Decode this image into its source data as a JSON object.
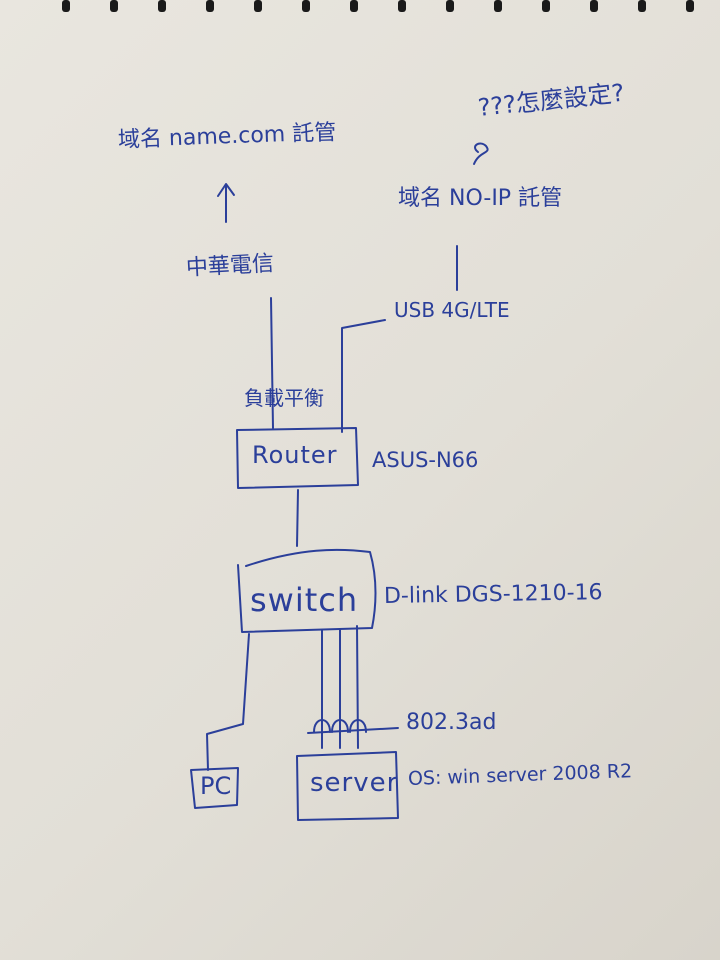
{
  "labels": {
    "domain_namecom": "域名 name.com 託管",
    "question": "???怎麼設定?",
    "domain_noip": "域名 NO-IP 託管",
    "hinet": "中華電信",
    "usb": "USB 4G/LTE",
    "load_balance": "負載平衡",
    "router": "Router",
    "router_model": "ASUS-N66",
    "switch": "switch",
    "switch_model": "D-link DGS-1210-16",
    "lacp": "802.3ad",
    "pc": "PC",
    "server": "server",
    "server_os": "OS: win server 2008 R2"
  },
  "colors": {
    "ink": "#2b3f9a"
  }
}
